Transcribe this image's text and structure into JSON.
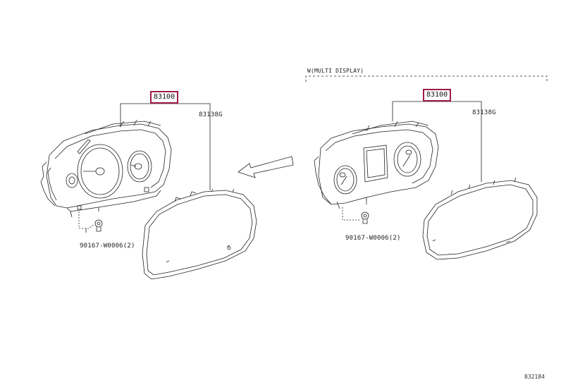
{
  "left_group": {
    "main_part": "83100",
    "lens_part": "83138G",
    "screw_part": "90167-W0006(2)"
  },
  "right_group": {
    "variant_label": "W(MULTI DISPLAY)",
    "main_part": "83100",
    "lens_part": "83138G",
    "screw_part": "90167-W0006(2)"
  },
  "figure_ref": "832184",
  "colors": {
    "highlight_box": "#9e1a4a",
    "line": "#222222"
  }
}
